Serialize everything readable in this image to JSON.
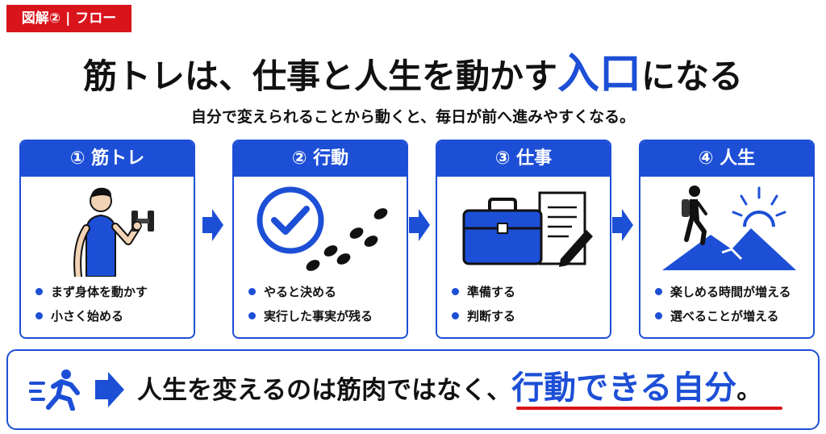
{
  "tag": "図解② | フロー",
  "title": {
    "pre": "筋トレは、仕事と人生を動かす",
    "highlight": "入口",
    "post": "になる"
  },
  "subtitle": "自分で変えられることから動くと、毎日が前へ進みやすくなる。",
  "cards": [
    {
      "heading": "① 筋トレ",
      "icon": "athlete-dumbbell",
      "bullets": [
        "まず身体を動かす",
        "小さく始める"
      ]
    },
    {
      "heading": "② 行動",
      "icon": "check-footprints",
      "bullets": [
        "やると決める",
        "実行した事実が残る"
      ]
    },
    {
      "heading": "③ 仕事",
      "icon": "briefcase-document",
      "bullets": [
        "準備する",
        "判断する"
      ]
    },
    {
      "heading": "④ 人生",
      "icon": "hiker-mountain-sun",
      "bullets": [
        "楽しめる時間が増える",
        "選べることが増える"
      ]
    }
  ],
  "conclusion": {
    "pre": "人生を変えるのは筋肉ではなく、",
    "highlight": "行動できる自分",
    "post": "。"
  },
  "colors": {
    "accent": "#1d4fd6",
    "tag": "#d9141b",
    "underline": "#d9141b"
  }
}
